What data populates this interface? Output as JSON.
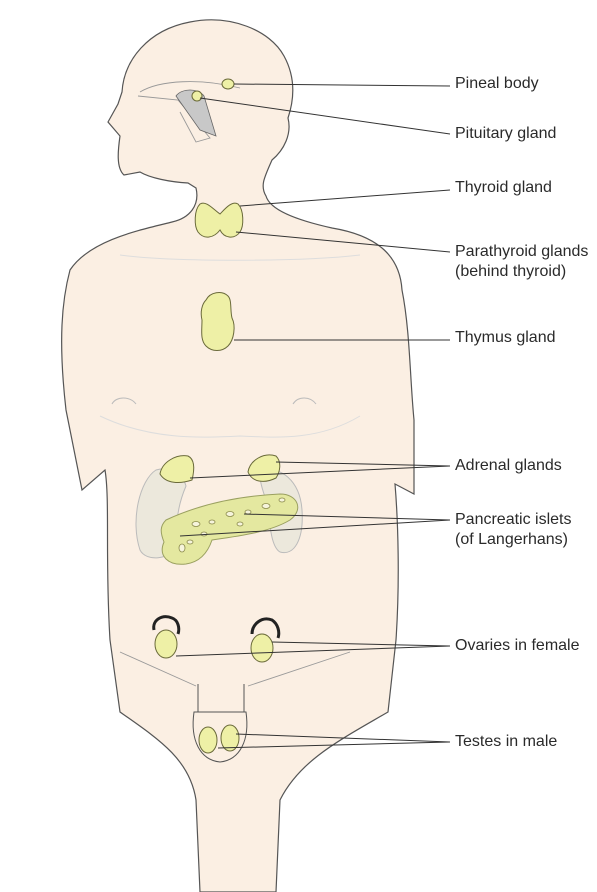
{
  "labels": {
    "pineal": "Pineal body",
    "pituitary": "Pituitary gland",
    "thyroid": "Thyroid gland",
    "parathyroid_1": "Parathyroid glands",
    "parathyroid_2": "(behind thyroid)",
    "thymus": "Thymus gland",
    "adrenal": "Adrenal glands",
    "pancreatic_1": "Pancreatic islets",
    "pancreatic_2": "(of Langerhans)",
    "ovaries": "Ovaries in female",
    "testes": "Testes in male"
  },
  "colors": {
    "skin": "#fbefe3",
    "outline": "#555555",
    "gland_fill": "#eef0a6",
    "gland_stroke": "#6a6a3a",
    "pancreas": "#e4e8a0",
    "kidney": "#ece8dc",
    "leader": "#333333"
  }
}
